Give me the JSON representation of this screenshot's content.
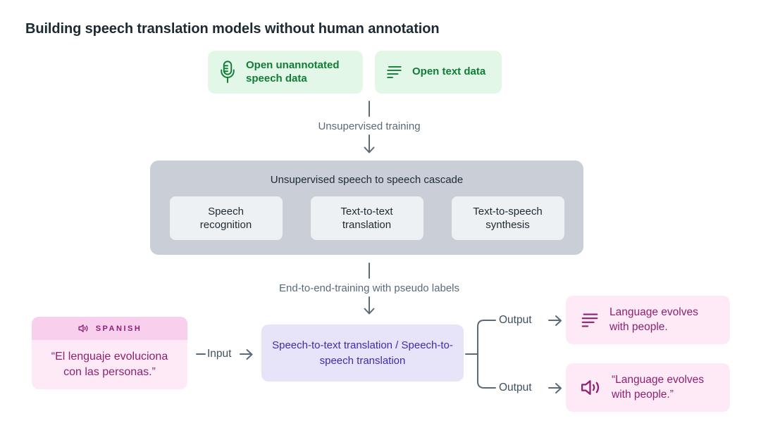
{
  "title": "Building speech translation models without human annotation",
  "colors": {
    "green_text": "#107c35",
    "green_bg": "#e3f7e8",
    "slate_connector": "#5a6a79",
    "cascade_bg": "#c9ced7",
    "stage_bg": "#eef1f4",
    "dark_text": "#1d2a32",
    "magenta_text": "#8e2170",
    "pink_header_bg": "#f8d0ed",
    "pink_bg": "#fdeaf6",
    "violet_text": "#4329ad",
    "violet_bg": "#e7e4fa"
  },
  "sources": [
    {
      "icon": "microphone-icon",
      "label": "Open unannotated speech data"
    },
    {
      "icon": "text-lines-icon",
      "label": "Open text data"
    }
  ],
  "training_steps": {
    "first": "Unsupervised training",
    "second": "End-to-end-training with pseudo labels"
  },
  "cascade": {
    "title": "Unsupervised speech to speech cascade",
    "stages": [
      "Speech recognition",
      "Text-to-text translation",
      "Text-to-speech synthesis"
    ]
  },
  "model": {
    "label": "Speech-to-text translation / Speech-to-speech translation"
  },
  "input": {
    "connector_label": "Input",
    "language_tag": "SPANISH",
    "language_icon": "speaker-icon",
    "quote": "“El lenguaje evoluciona con las personas.”"
  },
  "outputs": [
    {
      "connector_label": "Output",
      "icon": "text-lines-icon",
      "text": "Language evolves with people."
    },
    {
      "connector_label": "Output",
      "icon": "speaker-icon",
      "text": "“Language evolves with people.”"
    }
  ]
}
